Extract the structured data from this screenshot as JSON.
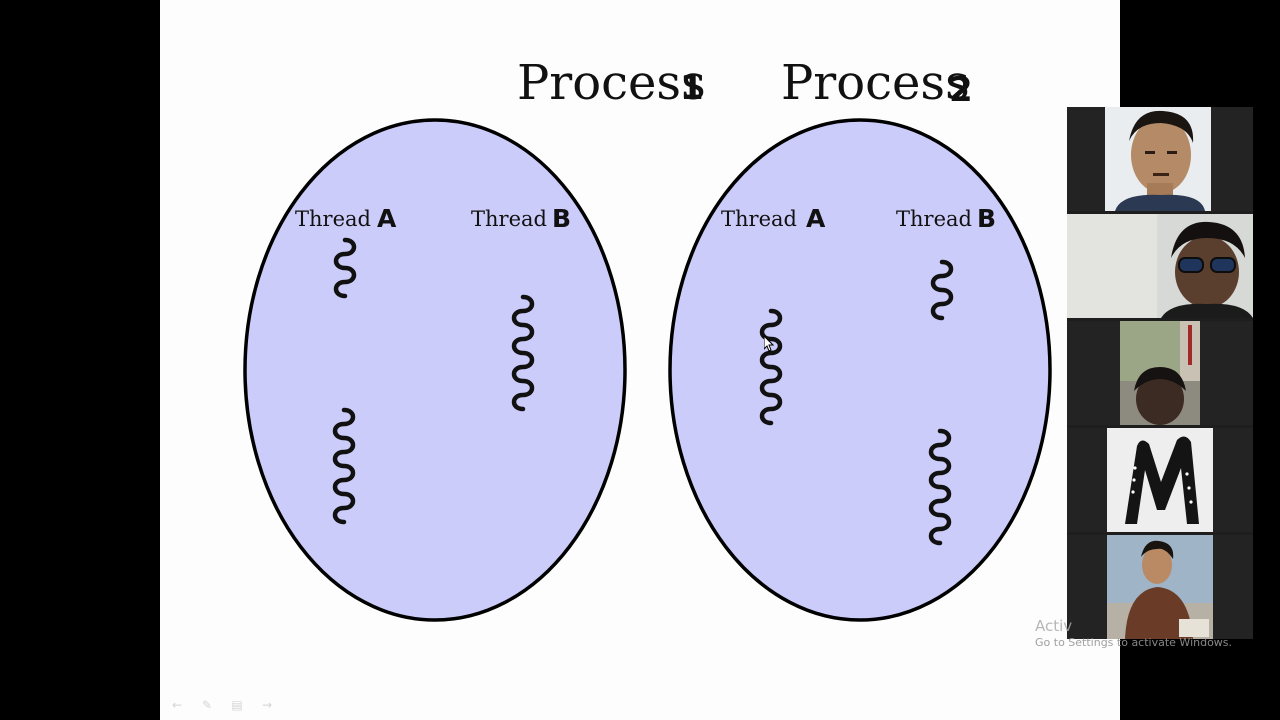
{
  "slide": {
    "process1": {
      "title_word": "Process",
      "title_num": "1",
      "thread_a_word": "Thread",
      "thread_a_letter": "A",
      "thread_b_word": "Thread",
      "thread_b_letter": "B"
    },
    "process2": {
      "title_word": "Process",
      "title_num": "2",
      "thread_a_word": "Thread",
      "thread_a_letter": "A",
      "thread_b_word": "Thread",
      "thread_b_letter": "B"
    },
    "colors": {
      "ellipse_fill": "#ccccfa",
      "ellipse_stroke": "#000000",
      "background": "#fdfdfd"
    }
  },
  "participants": {
    "count": 5,
    "panel_color": "#1e1e1e"
  },
  "watermark": {
    "title": "Activ",
    "subtitle": "Go to Settings to activate Windows."
  },
  "icons": {
    "toolbar": [
      "back-arrow-icon",
      "pen-icon",
      "slides-icon",
      "forward-arrow-icon"
    ]
  }
}
